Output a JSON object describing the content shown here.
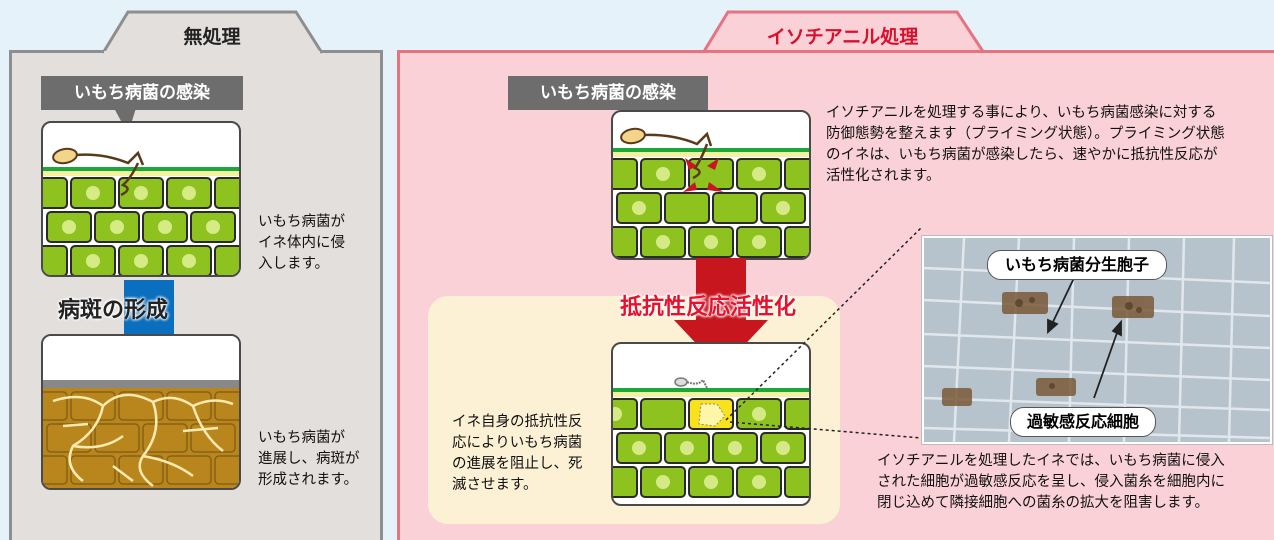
{
  "left": {
    "tab_title": "無処理",
    "infection_label": "いもち病菌の感染",
    "desc1": [
      "いもち病菌が",
      "イネ体内に侵",
      "入します。"
    ],
    "lesion_label": "病斑の形成",
    "desc2": [
      "いもち病菌が",
      "進展し、病斑が",
      "形成されます。"
    ]
  },
  "right": {
    "tab_title": "イソチアニル処理",
    "infection_label": "いもち病菌の感染",
    "desc_top": [
      "イソチアニルを処理する事により、いもち病菌感染に対する",
      "防御態勢を整えます（プライミング状態）。プライミング状態",
      "のイネは、いもち病菌が感染したら、速やかに抵抗性反応が",
      "活性化されます。"
    ],
    "activation_label": "抵抗性反応活性化",
    "desc_resist": [
      "イネ自身の抵抗性反",
      "応によりいもち病菌",
      "の進展を阻止し、死",
      "滅させます。"
    ],
    "photo_label_top": "いもち病菌分生胞子",
    "photo_label_bottom": "過敏感反応細胞",
    "desc_bottom": [
      "イソチアニルを処理したイネでは、いもち病菌に侵入",
      "された細胞が過敏感反応を呈し、侵入菌糸を細胞内に",
      "閉じ込めて隣接細胞への菌糸の拡大を阻害します。"
    ]
  },
  "colors": {
    "left_border": "#8e8e8e",
    "right_border": "#e57382",
    "right_tab_text": "#d8102c",
    "activation_text": "#e8102c",
    "cell_green": "#8dc21f",
    "blue_arrow": "#0b6fc0",
    "red_arrow": "#c8161e"
  }
}
